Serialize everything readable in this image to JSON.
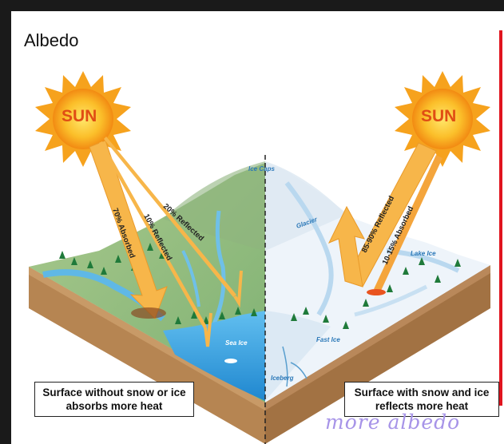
{
  "slide": {
    "title": "Albedo"
  },
  "sun": {
    "left_label": "SUN",
    "right_label": "SUN"
  },
  "arrows": {
    "absorbed_left": "70% Absorbed",
    "reflected_left_10": "10% Reflected",
    "reflected_left_20": "20% Reflected",
    "reflected_right": "85-90% Reflected",
    "absorbed_right": "10-15% Absorbed"
  },
  "map_labels": {
    "ice_caps": "Ice Caps",
    "glacier": "Glacier",
    "lake_ice": "Lake Ice",
    "sea_ice": "Sea Ice",
    "fast_ice": "Fast Ice",
    "iceberg": "Iceberg"
  },
  "captions": {
    "left": "Surface without snow or ice absorbs more heat",
    "right": "Surface with snow and ice reflects more heat"
  },
  "annotation": {
    "handwritten": "more albedo"
  },
  "colors": {
    "arrow_orange": "#f7b64a",
    "sun_orange": "#f6a21d",
    "land_green": "#9cc28b",
    "snow_white": "#eef4fa",
    "water_blue": "#3fa6e0",
    "soil_brown": "#b98a57",
    "accent_red": "#e0141e",
    "annotation_purple": "#a794e8"
  }
}
